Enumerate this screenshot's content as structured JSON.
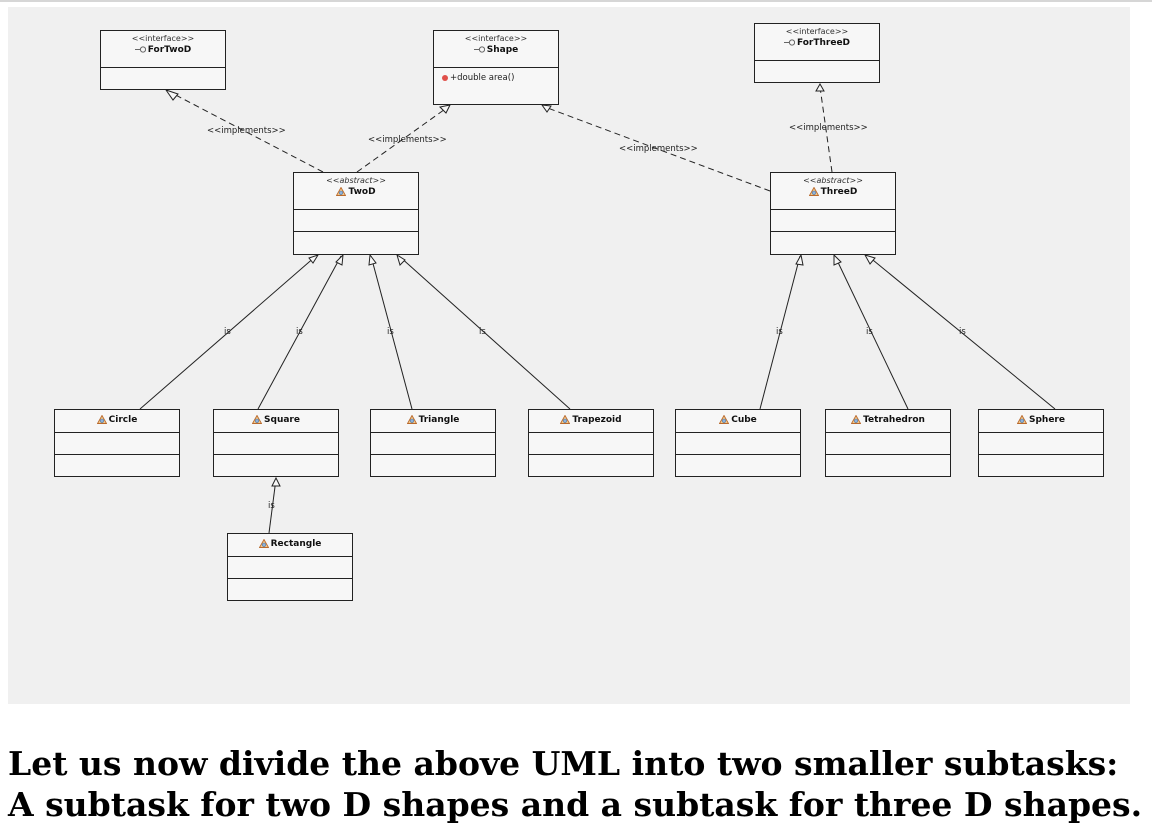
{
  "diagram": {
    "interfaces": {
      "fortwod": {
        "stereotype": "<<interface>>",
        "name": "ForTwoD"
      },
      "shape": {
        "stereotype": "<<interface>>",
        "name": "Shape",
        "method": "+double area()"
      },
      "forthreed": {
        "stereotype": "<<interface>>",
        "name": "ForThreeD"
      }
    },
    "abstracts": {
      "twod": {
        "stereotype": "<<abstract>>",
        "name": "TwoD"
      },
      "threed": {
        "stereotype": "<<abstract>>",
        "name": "ThreeD"
      }
    },
    "classes": {
      "circle": "Circle",
      "square": "Square",
      "triangle": "Triangle",
      "trapezoid": "Trapezoid",
      "cube": "Cube",
      "tetrahedron": "Tetrahedron",
      "sphere": "Sphere",
      "rectangle": "Rectangle"
    },
    "relation_labels": {
      "implements": "<<implements>>",
      "is": "is"
    }
  },
  "caption": "Let us now divide the above UML into two smaller subtasks: A subtask for two D shapes and a subtask for three D shapes.",
  "colors": {
    "canvas": "#f0f0f0",
    "box_fill": "#f7f7f7",
    "method_dot": "#e0504a"
  }
}
